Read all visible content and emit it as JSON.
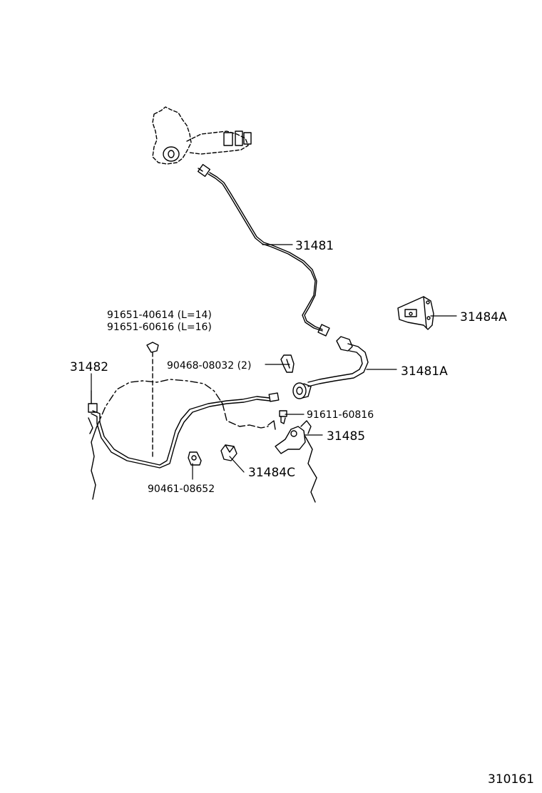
{
  "parts": {
    "p31481": "31481",
    "p31484a": "31484A",
    "p31481a": "31481A",
    "p31482": "31482",
    "bolt_a": "91651-40614 (L=14)",
    "bolt_b": "91651-60616 (L=16)",
    "clip_90468": "90468-08032 (2)",
    "bolt_91611": "91611-60816",
    "p31485": "31485",
    "p31484c": "31484C",
    "clip_90461": "90461-08652"
  },
  "illustration_id": "310161"
}
